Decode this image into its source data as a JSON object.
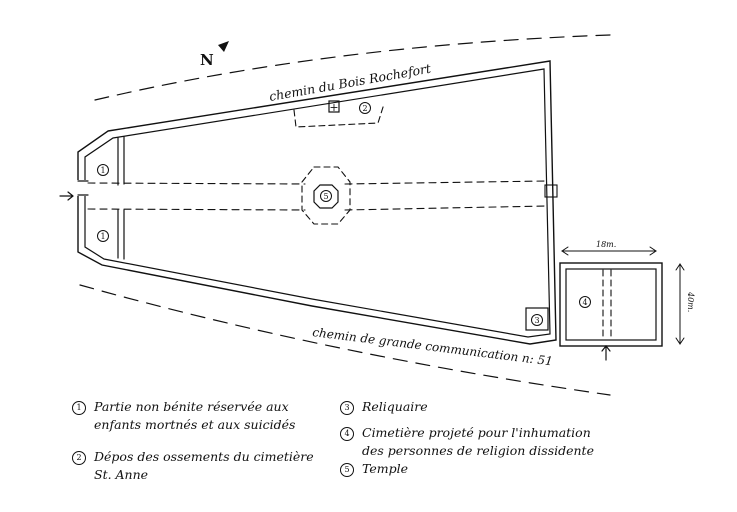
{
  "compass": {
    "label": "N"
  },
  "roads": {
    "north": "chemin du Bois Rochefort",
    "south": "chemin de grande communication n: 51"
  },
  "plan": {
    "markers": [
      "1",
      "1",
      "2",
      "3",
      "4",
      "5"
    ],
    "cross": "+",
    "dim_width": "18m.",
    "dim_height": "40m."
  },
  "legend": {
    "item1": {
      "num": "1",
      "line1": "Partie non bénite réservée aux",
      "line2": "enfants mortnés et aux suicidés"
    },
    "item2": {
      "num": "2",
      "line1": "Dépos des ossements du cimetière",
      "line2": "St. Anne"
    },
    "item3": {
      "num": "3",
      "line1": "Reliquaire"
    },
    "item4": {
      "num": "4",
      "line1": "Cimetière projeté pour l'inhumation",
      "line2": "des personnes de religion dissidente"
    },
    "item5": {
      "num": "5",
      "line1": "Temple"
    }
  }
}
